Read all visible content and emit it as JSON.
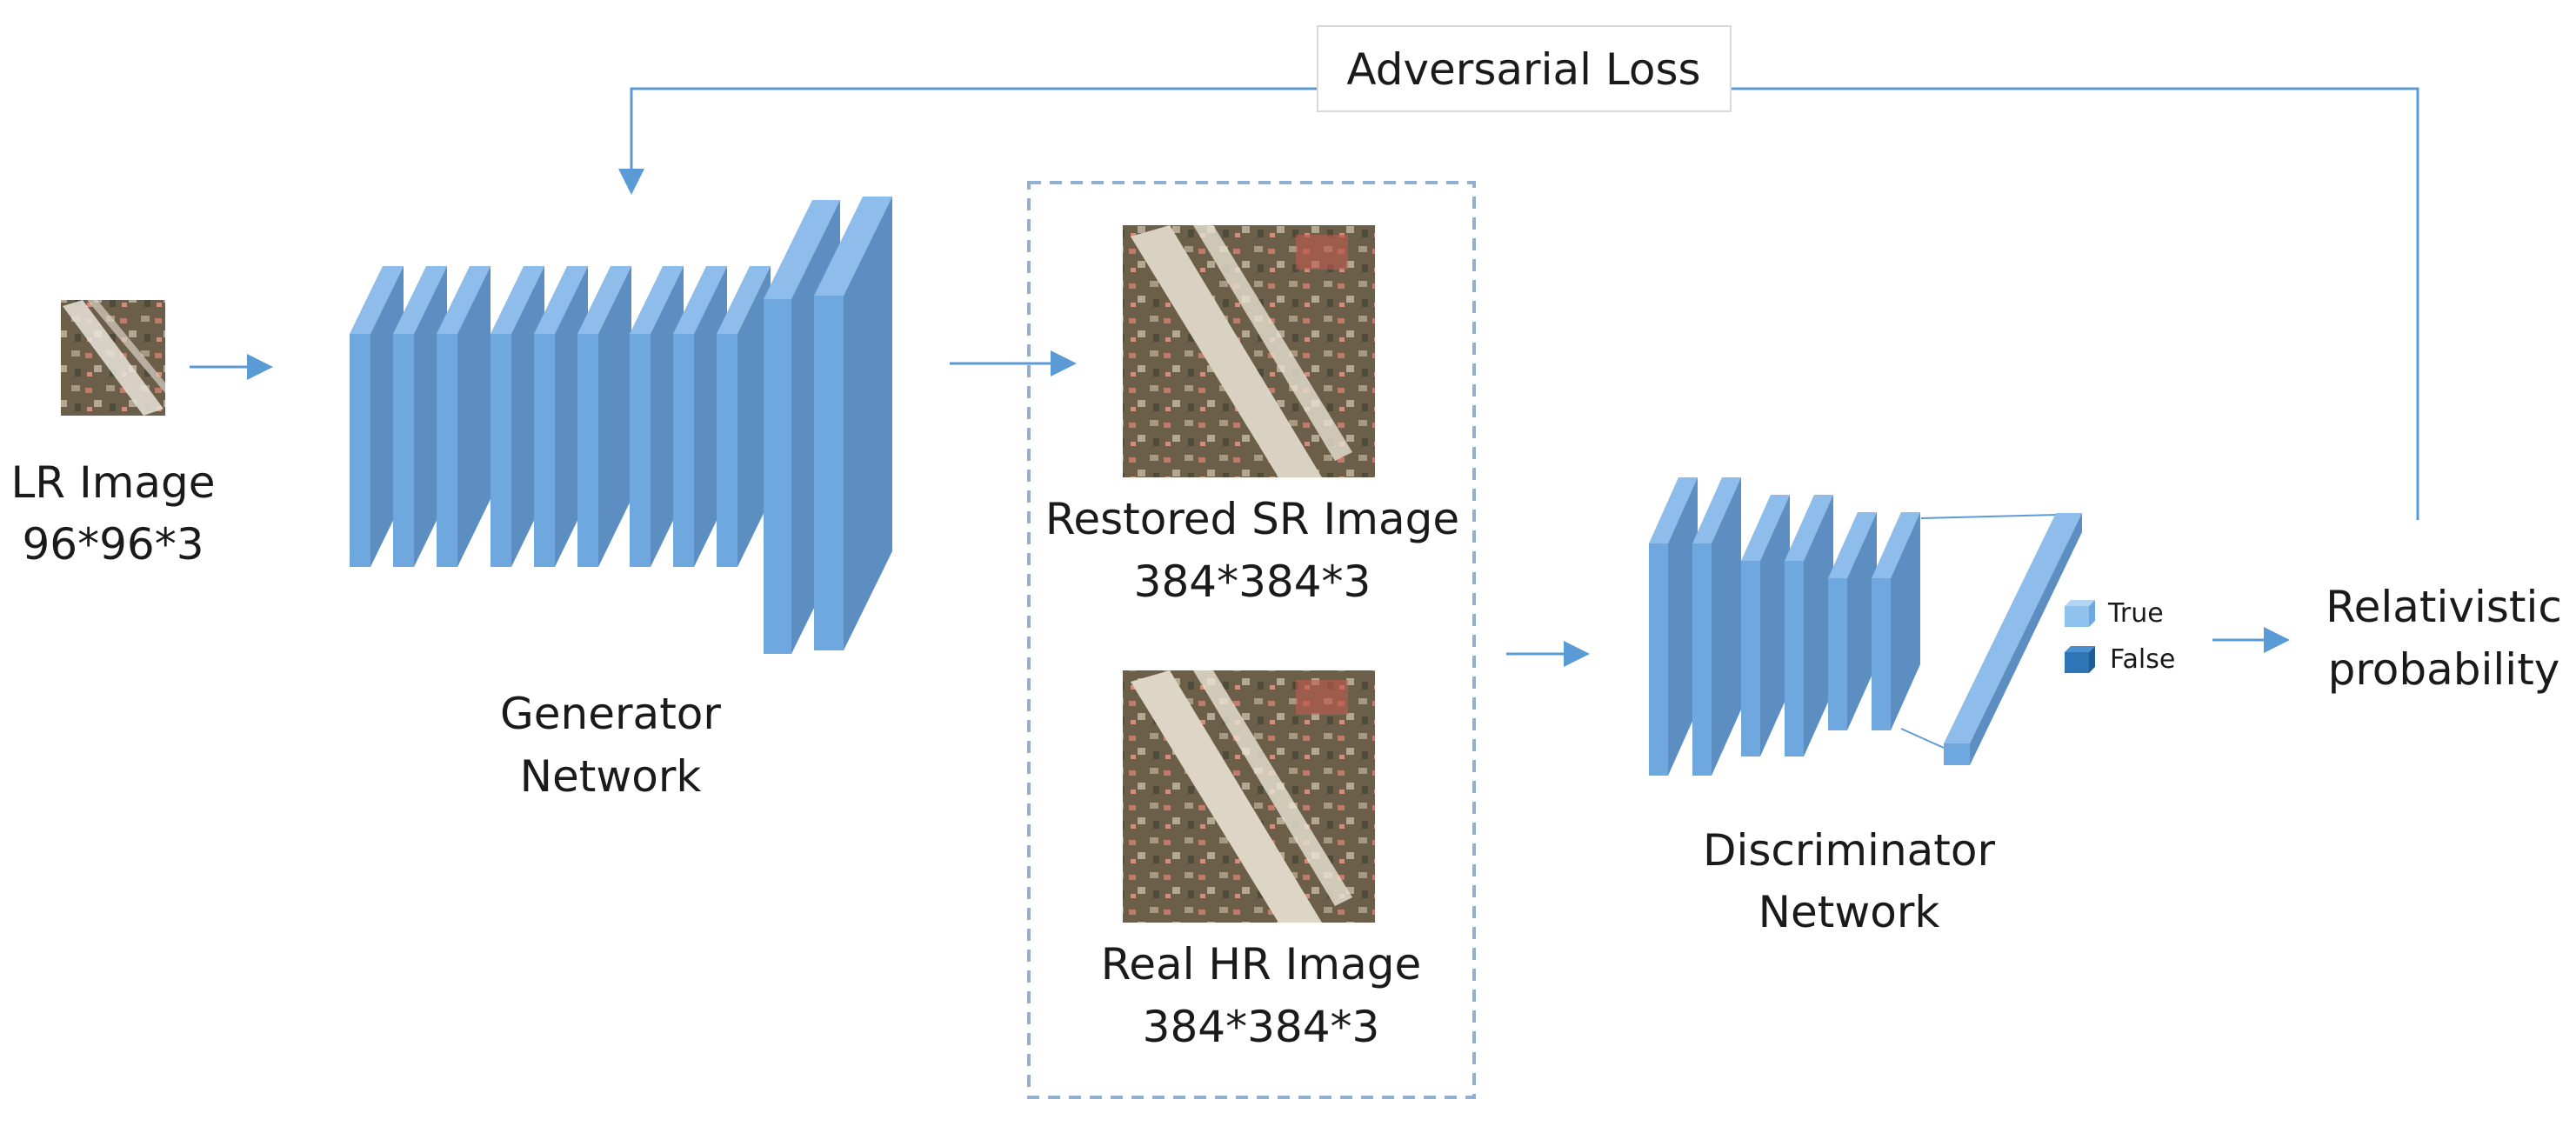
{
  "title": "",
  "colors": {
    "layer_front": "#6fa7df",
    "layer_side": "#5c8ec2",
    "layer_top": "#8ebdeb",
    "arrow": "#5b9bd5",
    "dashed_border": "#8fb0d3",
    "true_swatch": "#8fc2ef",
    "false_swatch": "#2e75b6",
    "label_box_border": "#d9d9d9"
  },
  "lr_image": {
    "label": "LR Image",
    "size": "96*96*3",
    "thumbnail": "aerial-airport-thumbnail"
  },
  "generator": {
    "label_line1": "Generator",
    "label_line2": "Network"
  },
  "restored_image": {
    "label": "Restored SR Image",
    "size": "384*384*3",
    "thumbnail": "aerial-airport-sr"
  },
  "real_image": {
    "label": "Real HR Image",
    "size": "384*384*3",
    "thumbnail": "aerial-airport-hr"
  },
  "discriminator": {
    "label_line1": "Discriminator",
    "label_line2": "Network"
  },
  "legend": {
    "true_label": "True",
    "false_label": "False"
  },
  "output": {
    "label_line1": "Relativistic",
    "label_line2": "probability"
  },
  "feedback": {
    "label": "Adversarial Loss"
  },
  "icons": {
    "arrow": "arrow-right-icon",
    "feedback_arrow": "arrow-down-icon"
  }
}
